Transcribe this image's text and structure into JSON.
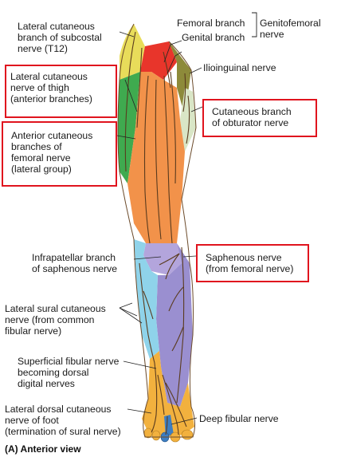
{
  "labels": {
    "subcostal": [
      "Lateral cutaneous",
      "branch of subcostal",
      "nerve (T12)"
    ],
    "femoral_branch": [
      "Femoral branch"
    ],
    "genital_branch": [
      "Genital branch"
    ],
    "genitofemoral": [
      "Genitofemoral",
      "nerve"
    ],
    "ilioinguinal": [
      "Ilioinguinal nerve"
    ],
    "lat_cut_thigh": [
      "Lateral cutaneous",
      "nerve of thigh",
      "(anterior branches)"
    ],
    "obturator": [
      "Cutaneous branch",
      "of obturator nerve"
    ],
    "ant_cut_femoral": [
      "Anterior cutaneous",
      "branches of",
      "femoral nerve",
      "(lateral group)"
    ],
    "infrapatellar": [
      "Infrapatellar branch",
      "of saphenous nerve"
    ],
    "saphenous": [
      "Saphenous nerve",
      "(from femoral nerve)"
    ],
    "lat_sural": [
      "Lateral sural cutaneous",
      "nerve (from common",
      "fibular nerve)"
    ],
    "superficial_fibular": [
      "Superficial fibular nerve",
      "becoming dorsal",
      "digital nerves"
    ],
    "lat_dorsal_foot": [
      "Lateral dorsal cutaneous",
      "nerve of foot",
      "(termination of sural nerve)"
    ],
    "deep_fibular": [
      "Deep fibular nerve"
    ]
  },
  "caption": "(A) Anterior view",
  "colors": {
    "highlight_box": "#e0141e",
    "subcostal_region": "#e8dc5a",
    "genitofemoral_region": "#e8352b",
    "ilioinguinal_region": "#8d8a3a",
    "lat_cut_thigh_region": "#3faa4f",
    "ant_femoral_region": "#f2924a",
    "obturator_region": "#d9e6c6",
    "saphenous_region": "#9a8fd0",
    "infrapatellar_region": "#b3a5dc",
    "lat_sural_region": "#8fd3ea",
    "superficial_fibular_region": "#f2b13e",
    "deep_fibular_region": "#3d7ec2",
    "nerve_lines": "#5a3b1e"
  }
}
